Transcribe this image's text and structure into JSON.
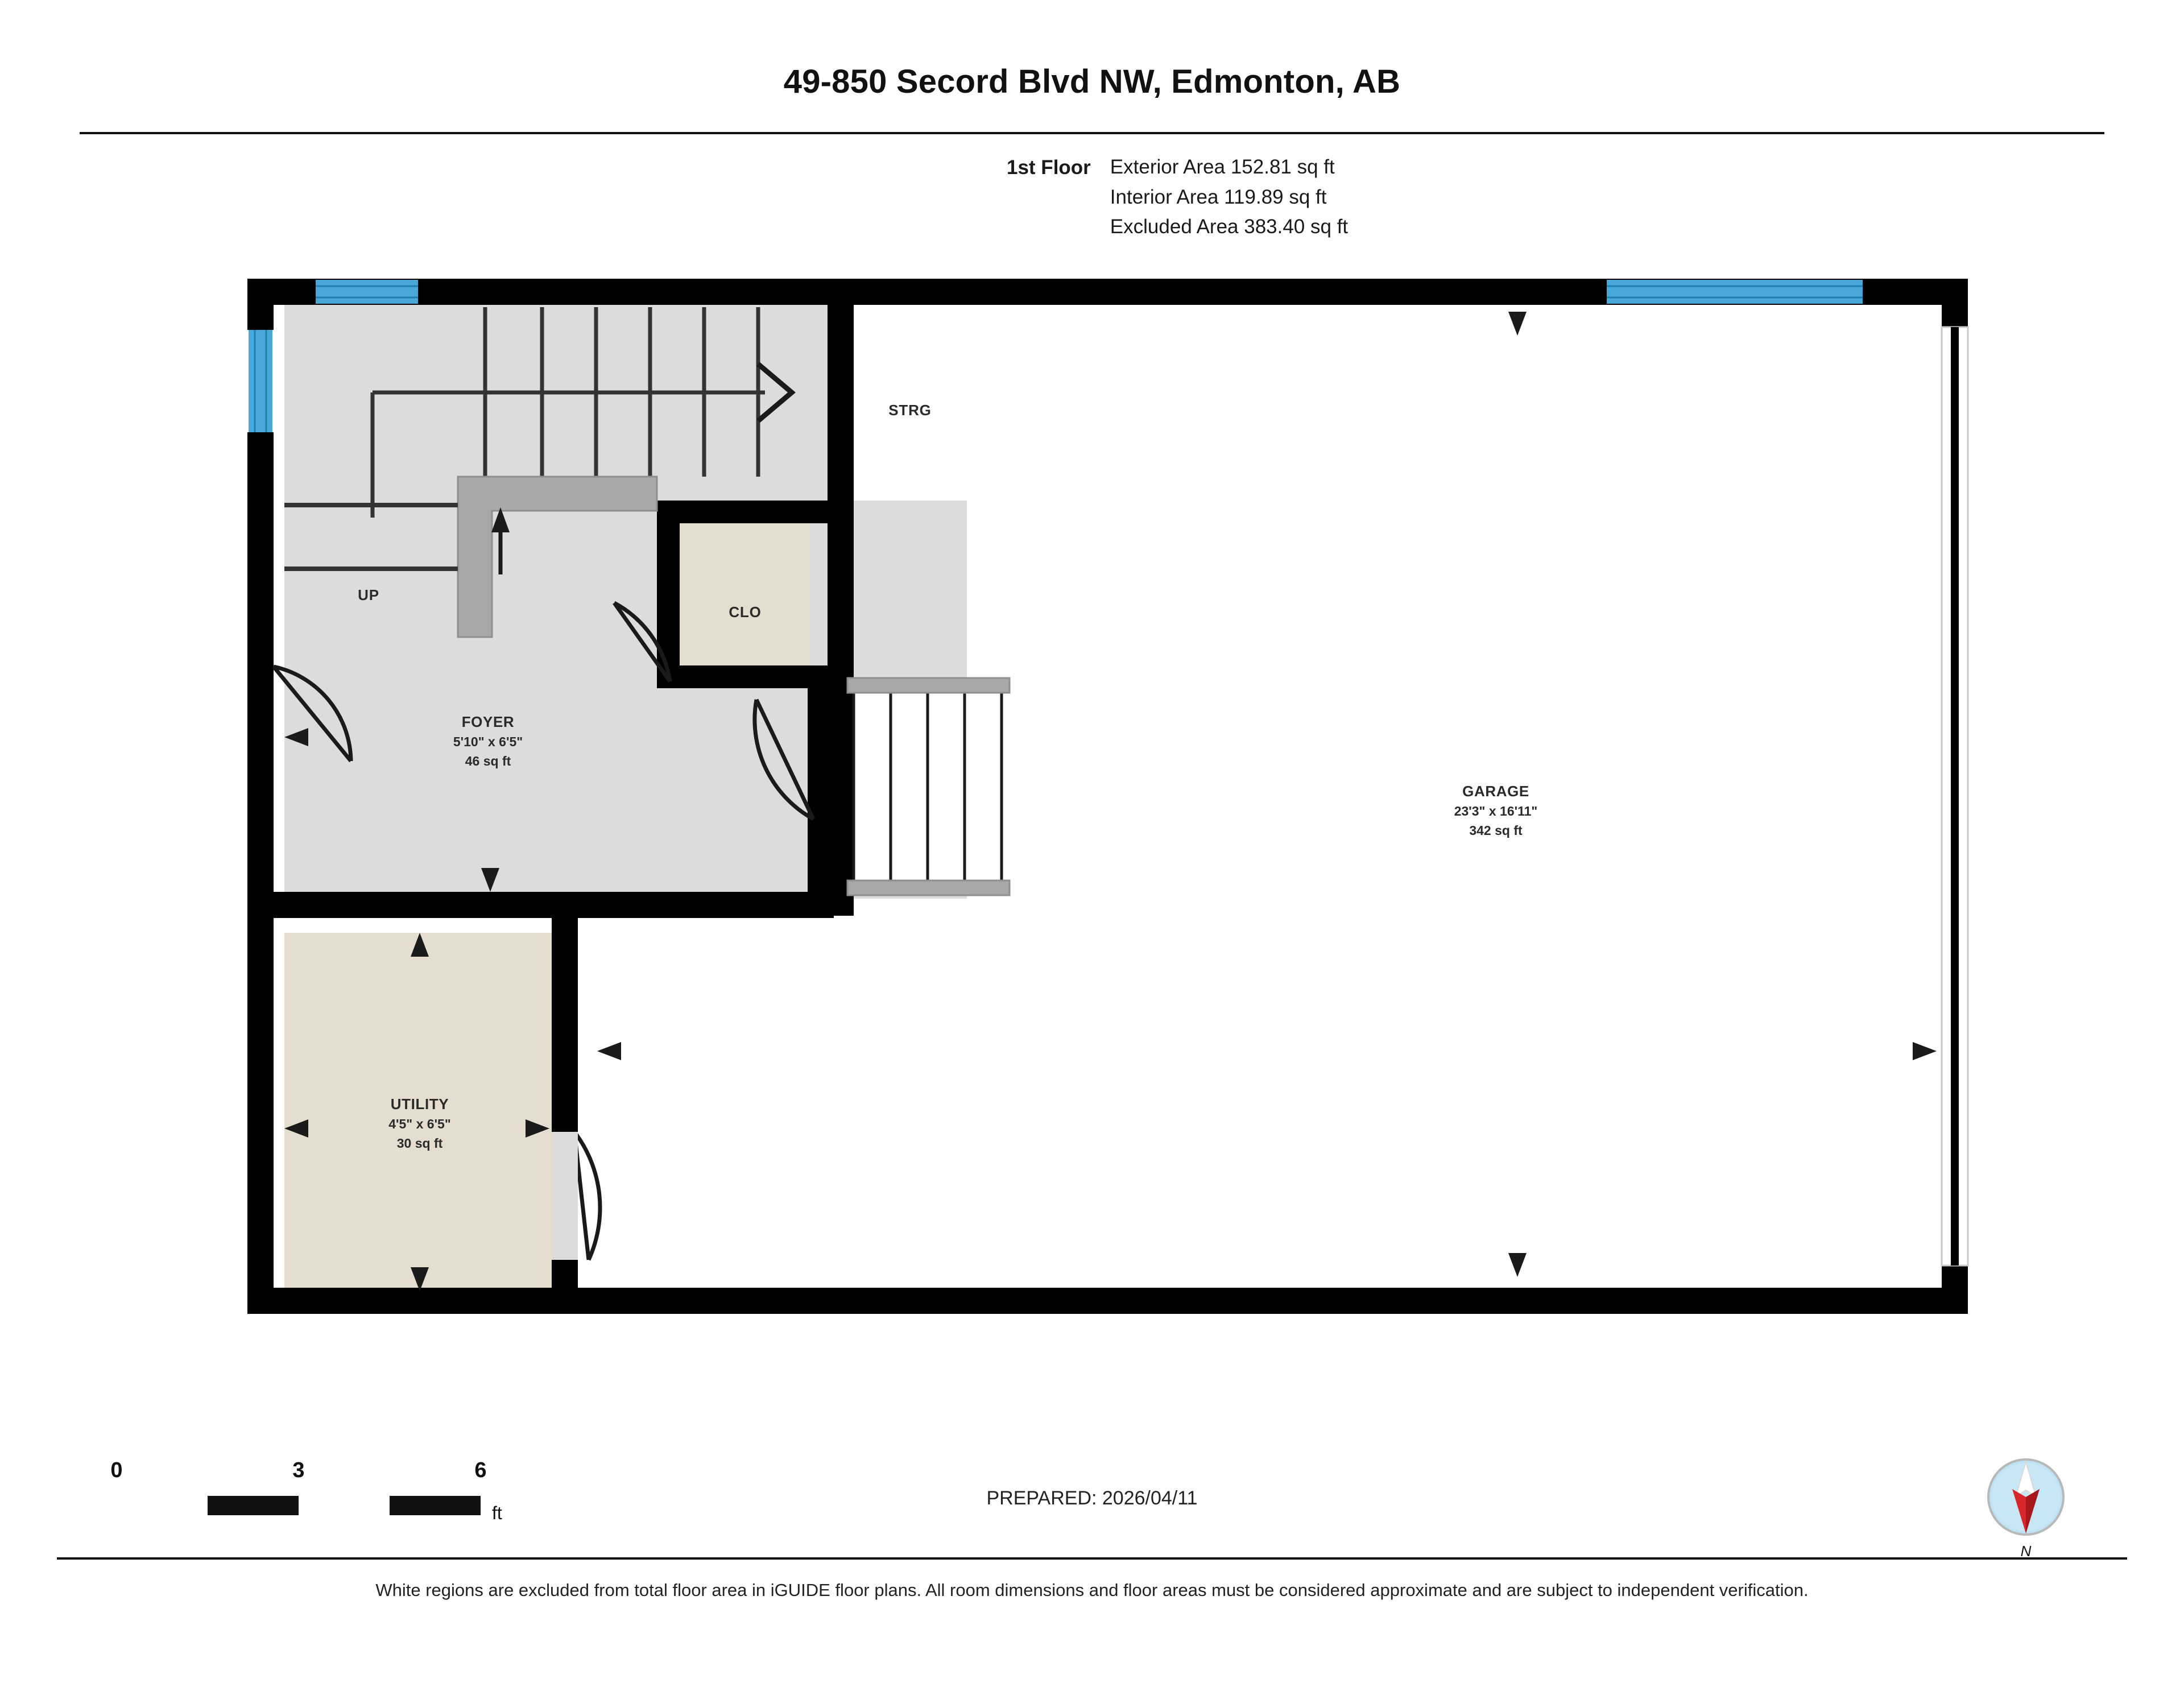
{
  "header": {
    "title": "49-850 Secord Blvd NW, Edmonton, AB"
  },
  "floor_summary": {
    "floor_label": "1st Floor",
    "exterior_area": "Exterior Area 152.81 sq ft",
    "interior_area": "Interior Area 119.89 sq ft",
    "excluded_area": "Excluded Area 383.40 sq ft"
  },
  "rooms": [
    {
      "key": "foyer",
      "name": "FOYER",
      "dimensions": "5'10\" x 6'5\"",
      "area": "46 sq ft",
      "fill": "#dcdcdc"
    },
    {
      "key": "utility",
      "name": "UTILITY",
      "dimensions": "4'5\" x 6'5\"",
      "area": "30 sq ft",
      "fill": "#e5ded0"
    },
    {
      "key": "garage",
      "name": "GARAGE",
      "dimensions": "23'3\" x 16'11\"",
      "area": "342 sq ft",
      "fill": "#ffffff"
    }
  ],
  "tags": {
    "storage": "STRG",
    "closet": "CLO",
    "stairs_up": "UP"
  },
  "scale": {
    "ticks": [
      "0",
      "3",
      "6"
    ],
    "unit": "ft"
  },
  "prepared": "PREPARED: 2026/04/11",
  "compass": {
    "label": "N"
  },
  "disclaimer": "White regions are excluded from total floor area in iGUIDE floor plans. All room dimensions and floor areas must be considered approximate and are subject to independent verification.",
  "colors": {
    "wall": "#000000",
    "room_gray": "#dcdcdc",
    "room_beige": "#e5ded0",
    "window_blue": "#4aa8d8",
    "excluded_white": "#ffffff",
    "stair_gray": "#a8a8a8",
    "text": "#1a1a1a",
    "compass_needle": "#d8262c",
    "compass_disc": "#bfe3f2"
  }
}
